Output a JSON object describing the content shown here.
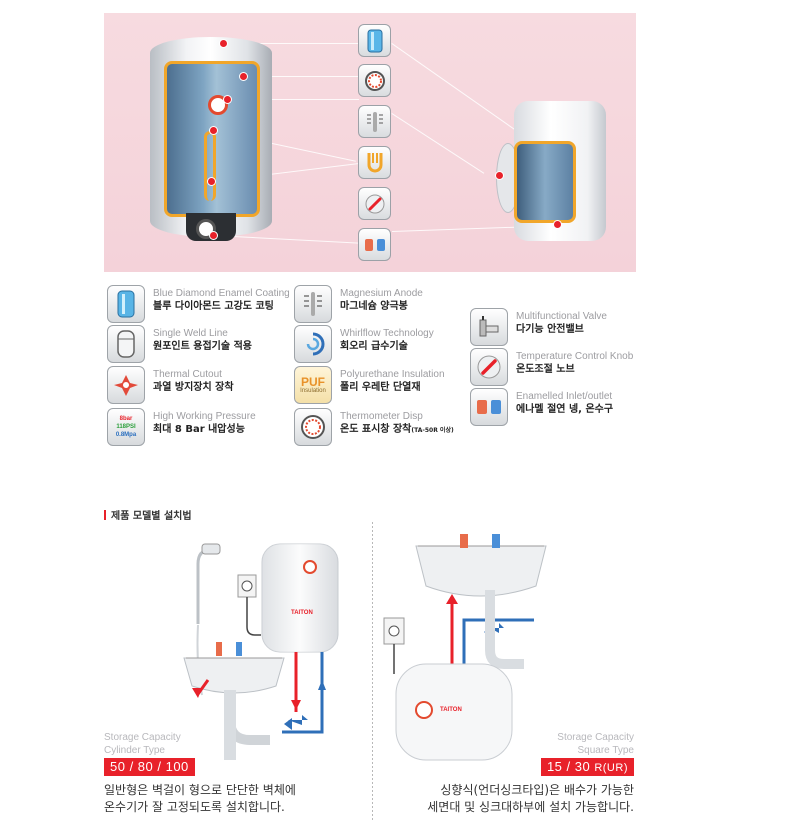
{
  "features": [
    {
      "id": "blue-diamond",
      "en": "Blue Diamond Enamel Coating",
      "ko": "블루 다이아몬드 고강도 코팅",
      "icon": "enamel-coating-icon"
    },
    {
      "id": "single-weld",
      "en": "Single Weld Line",
      "ko": "원포인트 용접기술 적용",
      "icon": "weld-line-icon"
    },
    {
      "id": "thermal-cutout",
      "en": "Thermal Cutout",
      "ko": "과열 방지장치 장착",
      "icon": "thermal-cutout-icon"
    },
    {
      "id": "pressure",
      "en": "High Working Pressure",
      "ko": "최대 8 Bar 내압성능",
      "icon": "pressure-gauge-icon",
      "icon_text": [
        "8bar",
        "118PSI",
        "0.8Mpa"
      ]
    },
    {
      "id": "anode",
      "en": "Magnesium Anode",
      "ko": "마그네슘 양극봉",
      "icon": "anode-icon"
    },
    {
      "id": "whirlflow",
      "en": "Whirlflow Technology",
      "ko": "회오리 급수기술",
      "icon": "whirlflow-icon"
    },
    {
      "id": "puf",
      "en": "Polyurethane Insulation",
      "ko": "폴리 우레탄 단열재",
      "icon": "insulation-icon",
      "icon_text": [
        "PUF",
        "Insulation"
      ]
    },
    {
      "id": "thermometer",
      "en": "Thermometer Disp",
      "ko": "온도 표시창 장착",
      "ko_note": "(TA-50R 이상)",
      "icon": "thermometer-icon"
    },
    {
      "id": "valve",
      "en": "Multifunctional Valve",
      "ko": "다기능 안전밸브",
      "icon": "valve-icon"
    },
    {
      "id": "knob",
      "en": "Temperature Control Knob",
      "ko": "온도조절 노브",
      "icon": "control-knob-icon"
    },
    {
      "id": "inlet",
      "en": "Enamelled Inlet/outlet",
      "ko": "에나멜 절연 넹, 온수구",
      "icon": "inlet-outlet-icon"
    }
  ],
  "install": {
    "section_title": "제품 모델별 설치법",
    "brand": "TAITON",
    "left": {
      "label1": "Storage Capacity",
      "label2": "Cylinder Type",
      "capacity": "50 / 80 / 100",
      "desc1": "일반형은 벽걸이 형으로 단단한 벽체에",
      "desc2": "온수기가 잘 고정되도록 설치합니다."
    },
    "right": {
      "label1": "Storage Capacity",
      "label2": "Square Type",
      "capacity": "15 / 30",
      "capacity_suffix": "R(UR)",
      "desc1": "싱향식(언더싱크타입)은 배수가 가능한",
      "desc2": "세면대 및 싱크대하부에 설치 가능합니다."
    }
  },
  "colors": {
    "accent_red": "#e8212a",
    "hero_bg": "#f5d6dc",
    "hot_pipe": "#e8212a",
    "cold_pipe": "#2f6fb8"
  }
}
